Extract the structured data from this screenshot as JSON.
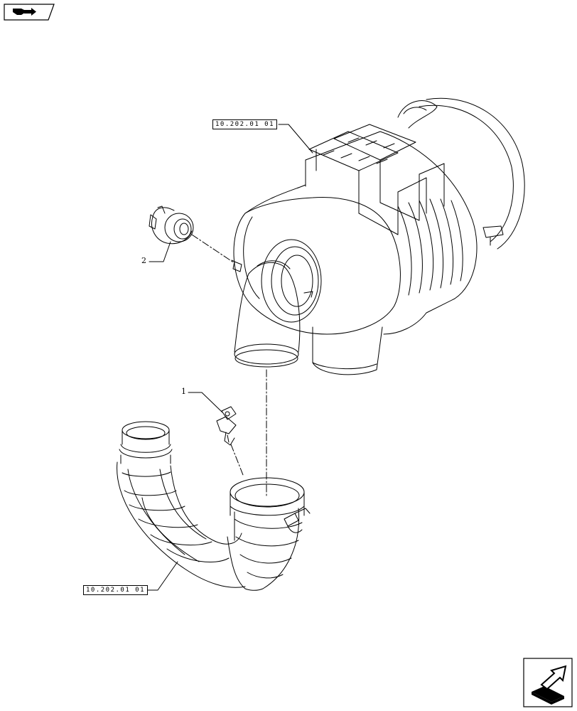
{
  "references": {
    "top": "10.202.01 01",
    "bottom": "10.202.01 01"
  },
  "callouts": {
    "item_1": "1",
    "item_2": "2"
  },
  "icons": {
    "top_left": "book-arrow-icon",
    "bottom_right": "next-page-arrow-icon"
  }
}
